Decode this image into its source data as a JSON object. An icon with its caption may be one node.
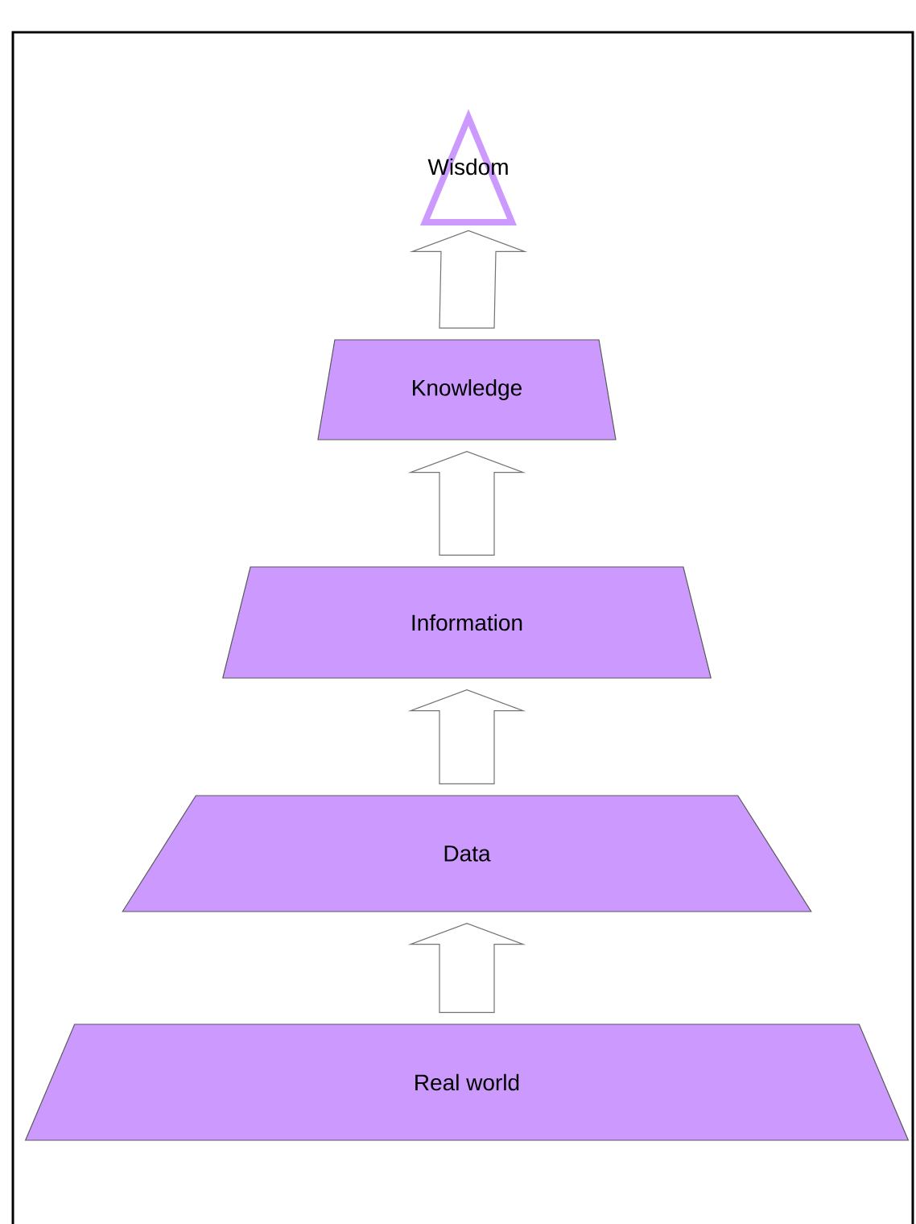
{
  "diagram": {
    "nodes": [
      {
        "text": [
          "Wisdom"
        ]
      },
      {
        "text": [
          "Knowledge"
        ]
      },
      {
        "text": [
          "Information"
        ]
      },
      {
        "text": [
          "Data"
        ]
      },
      {
        "text": [
          "Real world"
        ]
      }
    ],
    "edges": [
      {
        "from": 4,
        "to": 3,
        "arrow": "to"
      },
      {
        "from": 3,
        "to": 2,
        "arrow": "to"
      },
      {
        "from": 2,
        "to": 1,
        "arrow": "to"
      },
      {
        "from": 1,
        "to": 0,
        "arrow": "to"
      }
    ]
  }
}
